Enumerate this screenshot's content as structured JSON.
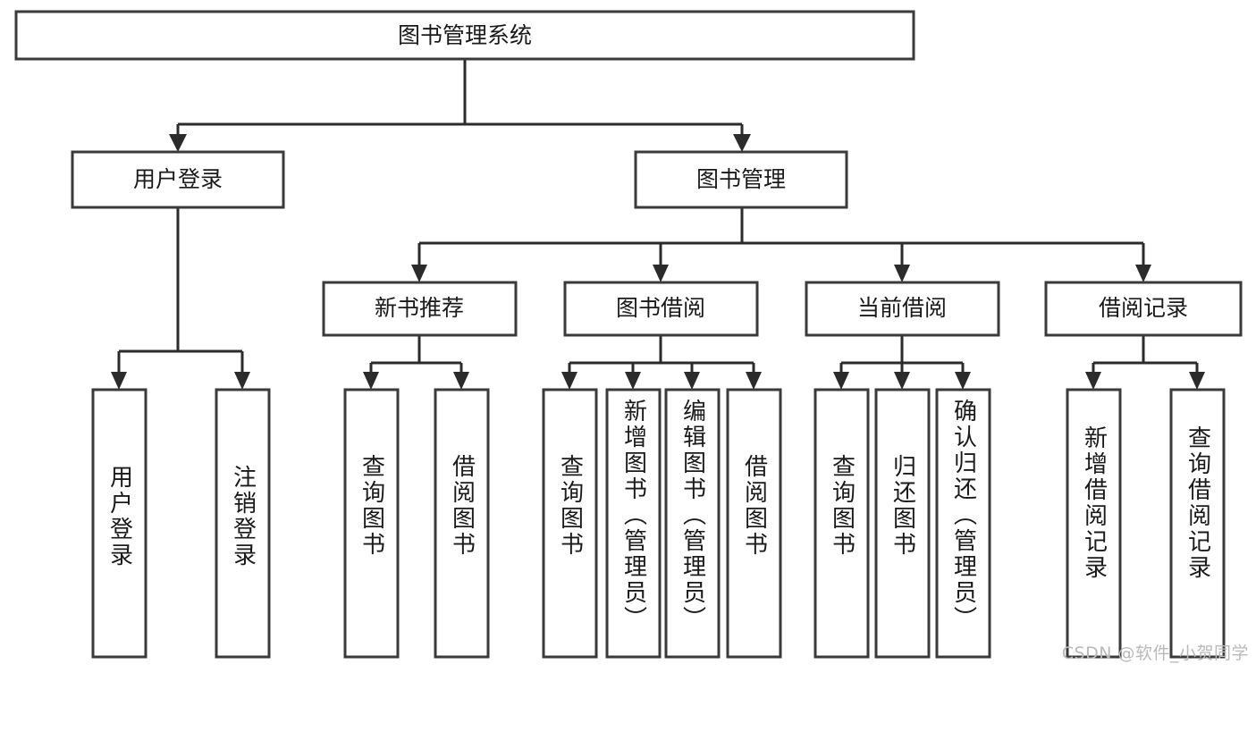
{
  "diagram": {
    "type": "tree",
    "title": "图书管理系统",
    "orientation": "top-down",
    "levels": 4,
    "colors": {
      "box_fill": "#ffffff",
      "box_stroke": "#3a3a3a",
      "connector": "#2b2b2b",
      "text": "#1a1a1a",
      "background": "#ffffff",
      "watermark": "#b9b9b9"
    },
    "root": {
      "label": "图书管理系统"
    },
    "level1": [
      {
        "label": "用户登录"
      },
      {
        "label": "图书管理"
      }
    ],
    "level2": [
      {
        "label": "新书推荐"
      },
      {
        "label": "图书借阅"
      },
      {
        "label": "当前借阅"
      },
      {
        "label": "借阅记录"
      }
    ],
    "leaves_user_login": [
      {
        "label": "用户登录"
      },
      {
        "label": "注销登录"
      }
    ],
    "leaves_new_books": [
      {
        "label": "查询图书"
      },
      {
        "label": "借阅图书"
      }
    ],
    "leaves_borrow": [
      {
        "label": "查询图书"
      },
      {
        "label": "新增图书（管理员）"
      },
      {
        "label": "编辑图书（管理员）"
      },
      {
        "label": "借阅图书"
      }
    ],
    "leaves_current": [
      {
        "label": "查询图书"
      },
      {
        "label": "归还图书"
      },
      {
        "label": "确认归还（管理员）"
      }
    ],
    "leaves_records": [
      {
        "label": "新增借阅记录"
      },
      {
        "label": "查询借阅记录"
      }
    ]
  },
  "watermark": {
    "text": "CSDN @软件_小贺同学"
  }
}
